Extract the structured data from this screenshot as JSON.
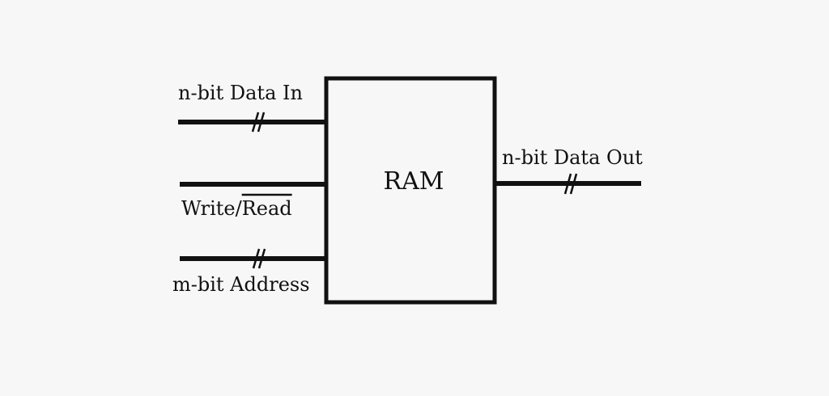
{
  "diagram": {
    "block": {
      "label": "RAM"
    },
    "inputs": {
      "data_in": {
        "label": "n-bit Data In"
      },
      "write_read": {
        "label_write": "Write/",
        "label_read": "Read",
        "read_active_low": true
      },
      "address": {
        "label": "m-bit Address"
      }
    },
    "outputs": {
      "data_out": {
        "label": "n-bit Data Out"
      }
    },
    "bus_marker": "//",
    "colors": {
      "line": "#111111",
      "background": "#f7f7f7"
    }
  }
}
